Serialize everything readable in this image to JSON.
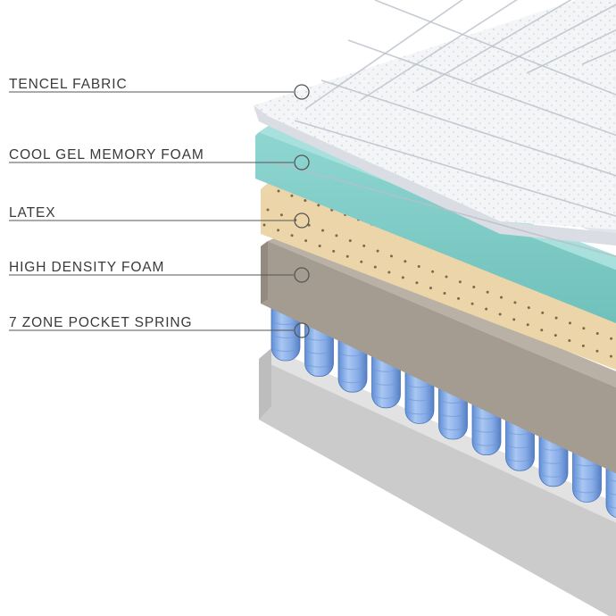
{
  "layers": [
    {
      "label": "TENCEL FABRIC",
      "color": "#f3f4f6"
    },
    {
      "label": "COOL GEL MEMORY FOAM",
      "color": "#8fd3cf"
    },
    {
      "label": "LATEX",
      "color": "#efdcb4"
    },
    {
      "label": "HIGH DENSITY FOAM",
      "color": "#a79e93"
    },
    {
      "label": "7 ZONE POCKET SPRING",
      "color": "#7fa6e0"
    }
  ],
  "base_color": "#c9c9c9"
}
